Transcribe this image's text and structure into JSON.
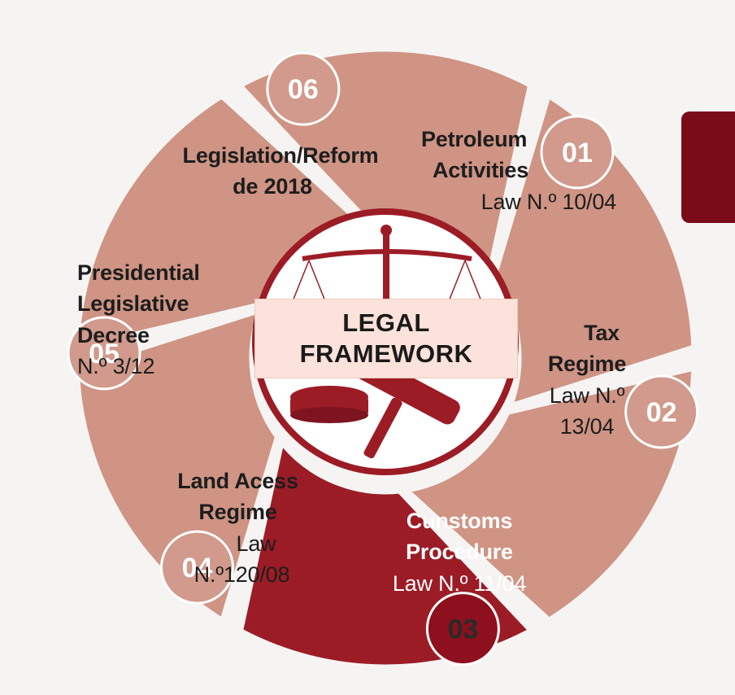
{
  "center": {
    "title_line1": "LEGAL",
    "title_line2": "FRAMEWORK",
    "scale_icon": "scales-of-justice-icon",
    "gavel_icon": "gavel-icon"
  },
  "colors": {
    "segment_fill": "#cf9484",
    "segment_highlight": "#9c1c26",
    "badge_fill": "#d19a8c",
    "badge_highlight": "#8e0f1d",
    "accent": "#7a0c19",
    "ring": "#9c1c26"
  },
  "segments": [
    {
      "number": "01",
      "title_line1": "Petroleum",
      "title_line2": "Activities",
      "law_line1": "Law N.º 10/04"
    },
    {
      "number": "02",
      "title_line1": "Tax",
      "title_line2": "Regime",
      "law_line1": "Law N.º",
      "law_line2": "13/04"
    },
    {
      "number": "03",
      "title_line1": "Cunstoms",
      "title_line2": "Procedure",
      "law_line1": "Law N.º 11/04"
    },
    {
      "number": "04",
      "title_line1": "Land Acess",
      "title_line2": "Regime",
      "law_line1": "Law",
      "law_line2": "N.º120/08"
    },
    {
      "number": "05",
      "title_line1": "Presidential",
      "title_line2": "Legislative",
      "title_line3": "Decree",
      "law_line1": "N.º 3/12"
    },
    {
      "number": "06",
      "title_line1": "Legislation/Reform",
      "title_line2": "de 2018"
    }
  ]
}
